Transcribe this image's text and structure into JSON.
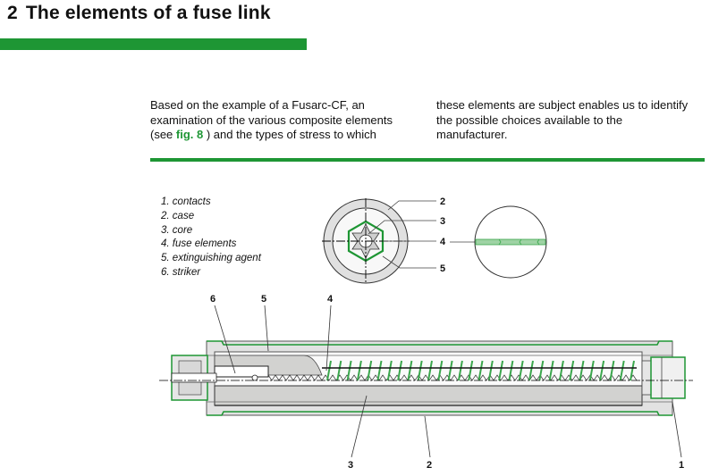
{
  "section": {
    "number": "2",
    "title": "The elements of a fuse link"
  },
  "intro": {
    "left_lines": [
      "Based on the example of a Fusarc-CF, an",
      "examination of the various composite elements"
    ],
    "left_line3_pre": "(see ",
    "fig_ref": "fig. 8",
    "left_line3_post": " ) and the types of stress to which",
    "right_lines": [
      "these elements are subject enables us to identify",
      "the possible choices available to the",
      "manufacturer."
    ]
  },
  "legend": [
    {
      "num": "1.",
      "label": "contacts"
    },
    {
      "num": "2.",
      "label": "case"
    },
    {
      "num": "3.",
      "label": "core"
    },
    {
      "num": "4.",
      "label": "fuse elements"
    },
    {
      "num": "5.",
      "label": "extinguishing agent"
    },
    {
      "num": "6.",
      "label": "striker"
    }
  ],
  "cross_section_labels": [
    "2",
    "3",
    "4",
    "5"
  ],
  "longitudinal_labels": {
    "top": [
      "6",
      "5",
      "4"
    ],
    "bottom": [
      "3",
      "2",
      "1"
    ]
  },
  "colors": {
    "accent_green": "#1e9634",
    "element_green": "#3aa64c",
    "case_gray": "#dcdcdc",
    "core_gray": "#d2d2d0"
  }
}
